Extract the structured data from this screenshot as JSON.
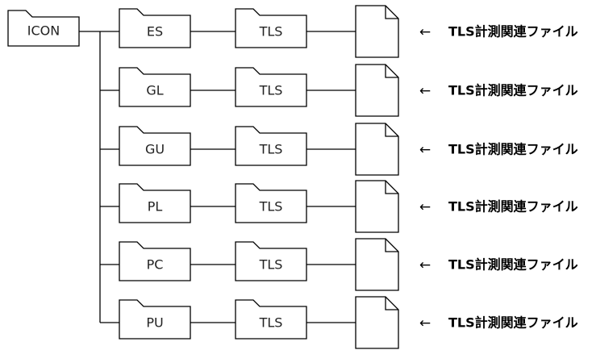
{
  "diagram": {
    "root": {
      "label": "ICON"
    },
    "branches": [
      {
        "category": "ES",
        "subfolder": "TLS",
        "arrow": "←",
        "annotation": "TLS計測関連ファイル"
      },
      {
        "category": "GL",
        "subfolder": "TLS",
        "arrow": "←",
        "annotation": "TLS計測関連ファイル"
      },
      {
        "category": "GU",
        "subfolder": "TLS",
        "arrow": "←",
        "annotation": "TLS計測関連ファイル"
      },
      {
        "category": "PL",
        "subfolder": "TLS",
        "arrow": "←",
        "annotation": "TLS計測関連ファイル"
      },
      {
        "category": "PC",
        "subfolder": "TLS",
        "arrow": "←",
        "annotation": "TLS計測関連ファイル"
      },
      {
        "category": "PU",
        "subfolder": "TLS",
        "arrow": "←",
        "annotation": "TLS計測関連ファイル"
      }
    ],
    "colors": {
      "stroke": "#000000",
      "fill": "#ffffff"
    }
  }
}
